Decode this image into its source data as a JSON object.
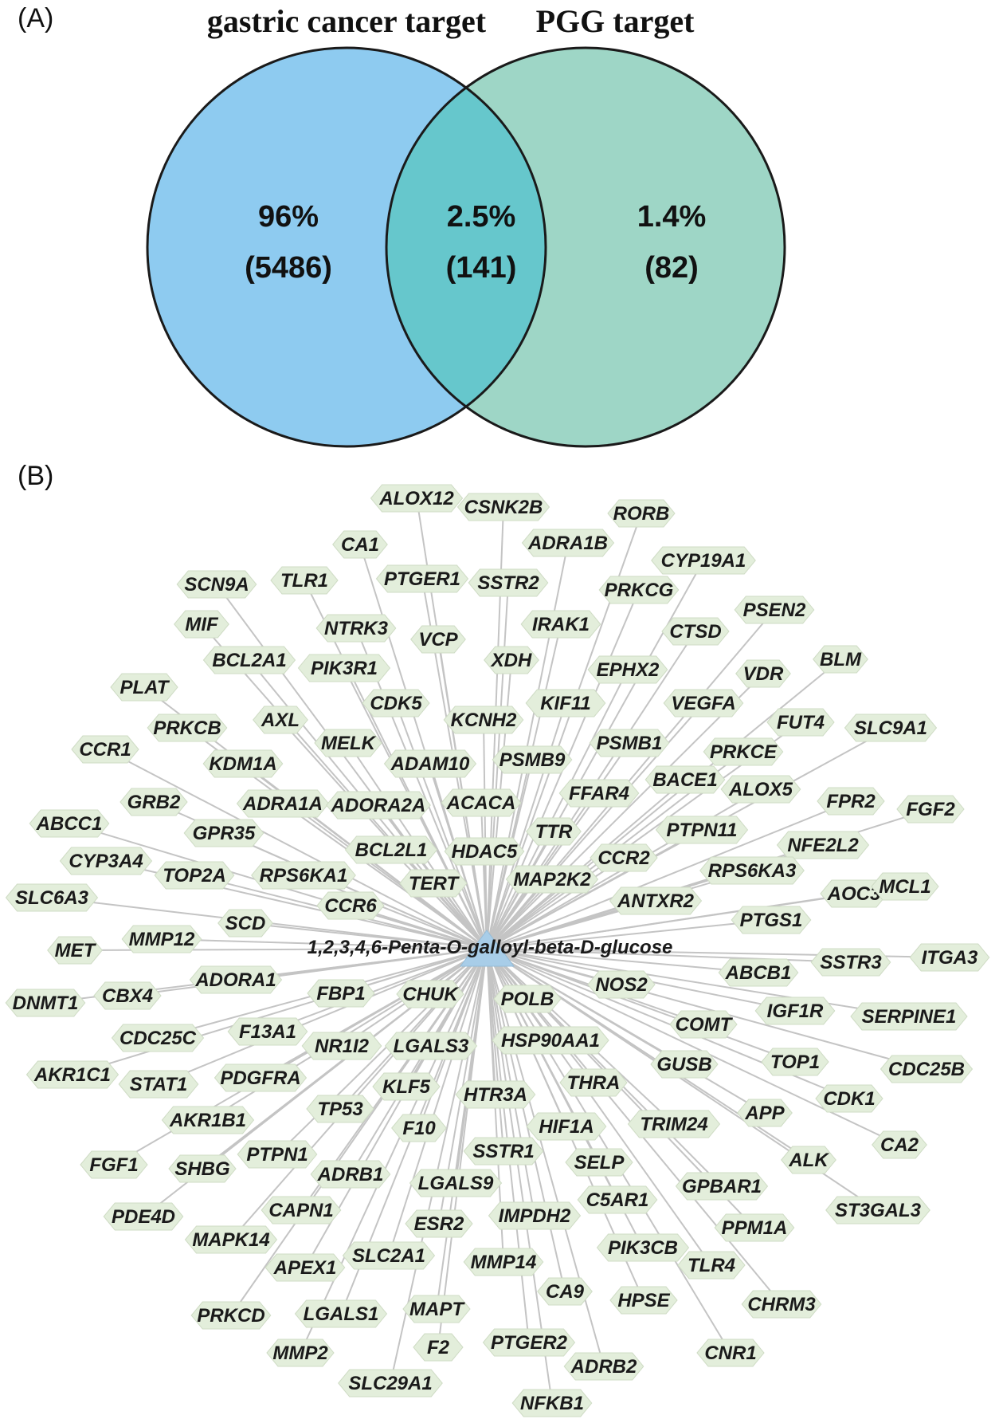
{
  "panel_a": {
    "label": "(A)",
    "left_set": {
      "title": "gastric cancer target",
      "percent": "96%",
      "count": "(5486)",
      "color": "#8ecbf0"
    },
    "right_set": {
      "title": "PGG target",
      "percent": "1.4%",
      "count": "(82)",
      "color": "#9ed6c6"
    },
    "overlap": {
      "percent": "2.5%",
      "count": "(141)",
      "color": "#66c7cc"
    }
  },
  "panel_b": {
    "label": "(B)",
    "center_node": "1,2,3,4,6-Penta-O-galloyl-beta-D-glucose",
    "center_color": "#a8cde8",
    "node_color": "#e3eedb",
    "edge_color": "#c4c4c4",
    "nodes": [
      "ALOX12",
      "CSNK2B",
      "RORB",
      "CA1",
      "ADRA1B",
      "CYP19A1",
      "SCN9A",
      "TLR1",
      "PTGER1",
      "SSTR2",
      "PRKCG",
      "PSEN2",
      "MIF",
      "NTRK3",
      "VCP",
      "IRAK1",
      "CTSD",
      "BCL2A1",
      "PIK3R1",
      "XDH",
      "EPHX2",
      "BLM",
      "VDR",
      "PLAT",
      "CDK5",
      "KIF11",
      "VEGFA",
      "AXL",
      "KCNH2",
      "FUT4",
      "SLC9A1",
      "PRKCB",
      "MELK",
      "PSMB1",
      "CCR1",
      "KDM1A",
      "ADAM10",
      "PSMB9",
      "PRKCE",
      "BACE1",
      "ALOX5",
      "GRB2",
      "ADRA1A",
      "ADORA2A",
      "ACACA",
      "FFAR4",
      "FPR2",
      "FGF2",
      "ABCC1",
      "GPR35",
      "TTR",
      "PTPN11",
      "BCL2L1",
      "HDAC5",
      "NFE2L2",
      "CYP3A4",
      "CCR2",
      "TOP2A",
      "RPS6KA1",
      "MAP2K2",
      "RPS6KA3",
      "TERT",
      "AOC3",
      "MCL1",
      "SLC6A3",
      "CCR6",
      "ANTXR2",
      "SCD",
      "PTGS1",
      "MMP12",
      "MET",
      "ITGA3",
      "SSTR3",
      "ABCB1",
      "ADORA1",
      "NOS2",
      "DNMT1",
      "CBX4",
      "FBP1",
      "CHUK",
      "POLB",
      "IGF1R",
      "SERPINE1",
      "COMT",
      "F13A1",
      "CDC25C",
      "NR1I2",
      "LGALS3",
      "HSP90AA1",
      "TOP1",
      "CDC25B",
      "GUSB",
      "AKR1C1",
      "STAT1",
      "PDGFRA",
      "KLF5",
      "THRA",
      "CDK1",
      "HTR3A",
      "APP",
      "AKR1B1",
      "TP53",
      "TRIM24",
      "F10",
      "HIF1A",
      "CA2",
      "SSTR1",
      "ALK",
      "PTPN1",
      "FGF1",
      "SHBG",
      "SELP",
      "ADRB1",
      "LGALS9",
      "GPBAR1",
      "C5AR1",
      "ST3GAL3",
      "PDE4D",
      "CAPN1",
      "IMPDH2",
      "ESR2",
      "PPM1A",
      "MAPK14",
      "PIK3CB",
      "SLC2A1",
      "APEX1",
      "MMP14",
      "TLR4",
      "CA9",
      "HPSE",
      "CHRM3",
      "PRKCD",
      "LGALS1",
      "MAPT",
      "PTGER2",
      "F2",
      "CNR1",
      "ADRB2",
      "MMP2",
      "SLC29A1",
      "NFKB1"
    ]
  }
}
